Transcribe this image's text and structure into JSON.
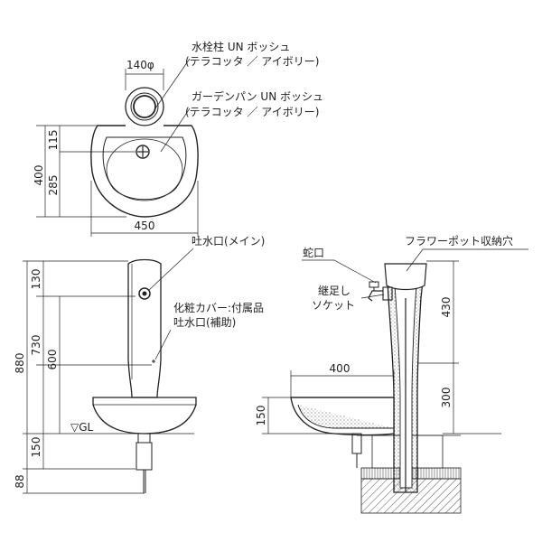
{
  "top_view": {
    "callout_post": "水栓柱 UN ボッシュ",
    "callout_post_colors": "(テラコッタ ／ アイボリー)",
    "callout_pan": "ガーデンパン UN ボッシュ",
    "callout_pan_colors": "(テラコッタ ／ アイボリー)",
    "dim_post_diameter": "140φ",
    "dim_total_depth": "400",
    "dim_post_offset": "115",
    "dim_pan_depth": "285",
    "dim_pan_width": "450"
  },
  "front_view": {
    "callout_main_spout": "吐水口(メイン)",
    "callout_cover": "化粧カバー:付属品",
    "callout_aux_spout": "吐水口(補助)",
    "dim_total_height": "880",
    "dim_top": "130",
    "dim_730": "730",
    "dim_600": "600",
    "dim_150": "150",
    "dim_88": "88",
    "gl_label": "▽GL"
  },
  "side_view": {
    "callout_faucet": "蛇口",
    "callout_socket_1": "継足し",
    "callout_socket_2": "ソケット",
    "callout_flowerpot": "フラワーポット収納穴",
    "dim_pan_width": "400",
    "dim_pan_height": "150",
    "dim_430": "430",
    "dim_300": "300"
  }
}
